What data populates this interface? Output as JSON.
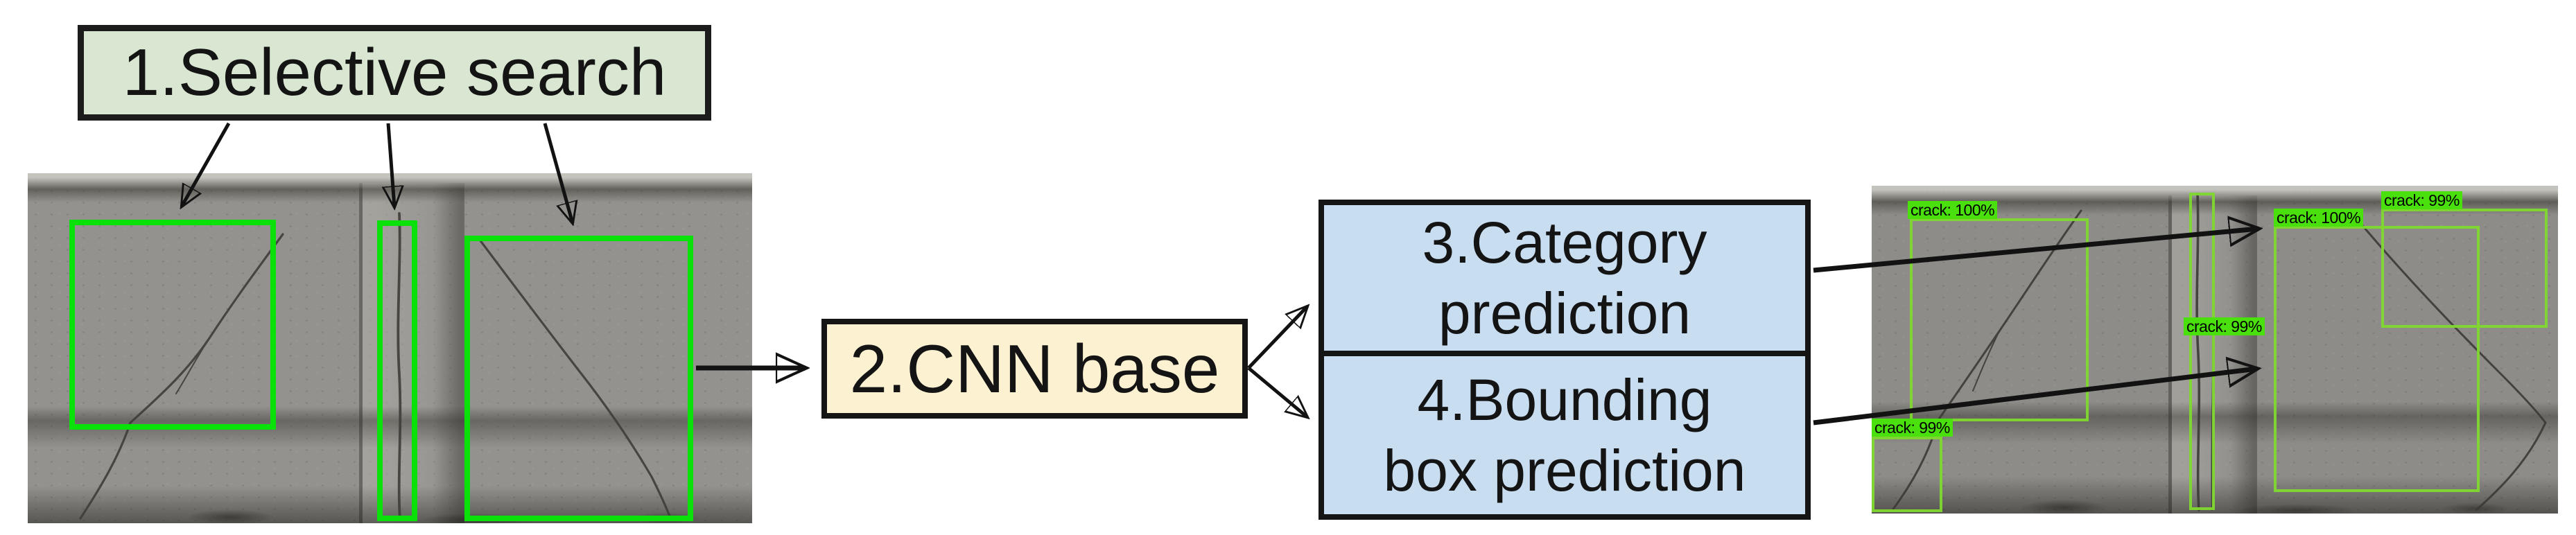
{
  "figure": {
    "nodes": {
      "selective_search": {
        "label": "1.Selective search"
      },
      "cnn_base": {
        "label": "2.CNN base"
      },
      "category_prediction": {
        "line1": "3.Category",
        "line2": "prediction"
      },
      "bounding_box_prediction": {
        "line1": "4.Bounding",
        "line2": "box prediction"
      }
    },
    "left_image": {
      "proposal_count": 3
    },
    "right_image": {
      "detections": [
        {
          "label": "crack: 100%"
        },
        {
          "label": "crack: 99%"
        },
        {
          "label": "crack: 100%"
        },
        {
          "label": "crack: 99%"
        },
        {
          "label": "crack: 99%"
        }
      ]
    },
    "colors": {
      "selective_search_fill": "#d9e7d2",
      "cnn_base_fill": "#fcf2d2",
      "prediction_fill": "#c9ddf1",
      "proposal_stroke": "#0ae10a",
      "detection_stroke": "#80d82e",
      "detection_label_bg": "#49e00e",
      "arrow_color": "#121212"
    }
  }
}
